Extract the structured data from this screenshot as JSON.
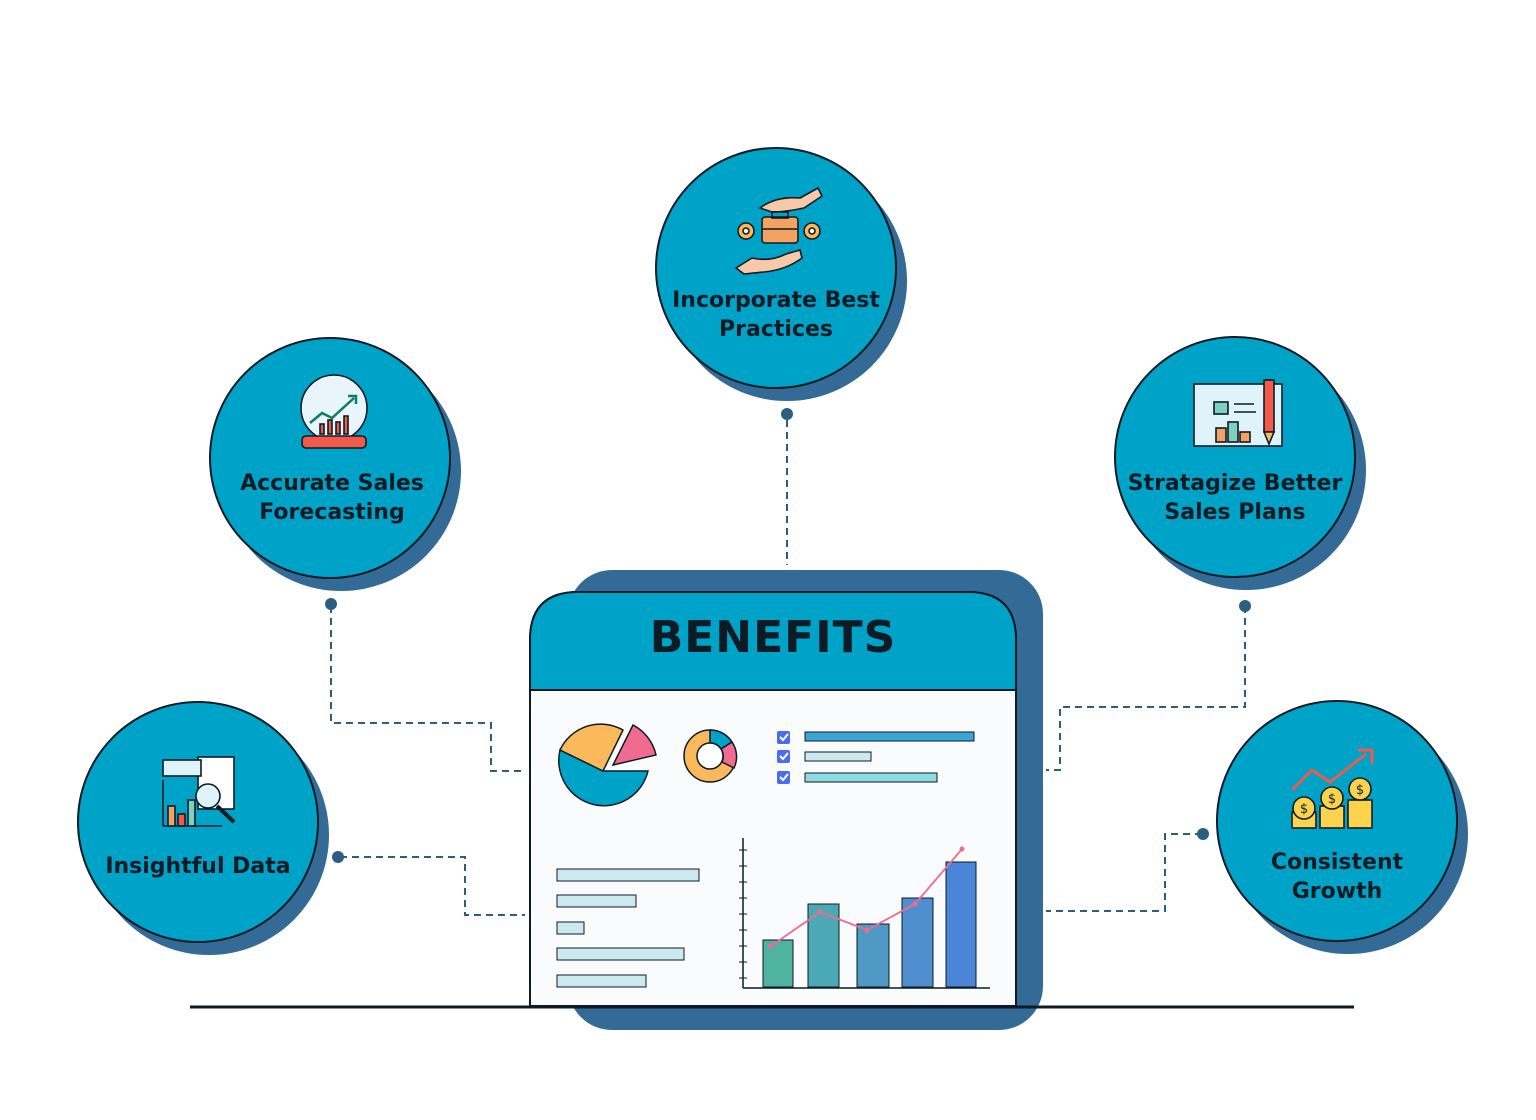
{
  "title": "BENEFITS",
  "benefits": [
    {
      "label": "Incorporate Best Practices",
      "icon": "handshake-briefcase-icon"
    },
    {
      "label": "Accurate Sales Forecasting",
      "icon": "crystal-ball-icon"
    },
    {
      "label": "Stratagize Better Sales Plans",
      "icon": "blueprint-plan-icon"
    },
    {
      "label": "Insightful Data",
      "icon": "data-analysis-icon"
    },
    {
      "label": "Consistent Growth",
      "icon": "growth-coins-icon"
    }
  ],
  "colors": {
    "circle": "#00a3c8",
    "shadow": "#336a96",
    "outline": "#0d1b24",
    "connector": "#2b5f80"
  }
}
